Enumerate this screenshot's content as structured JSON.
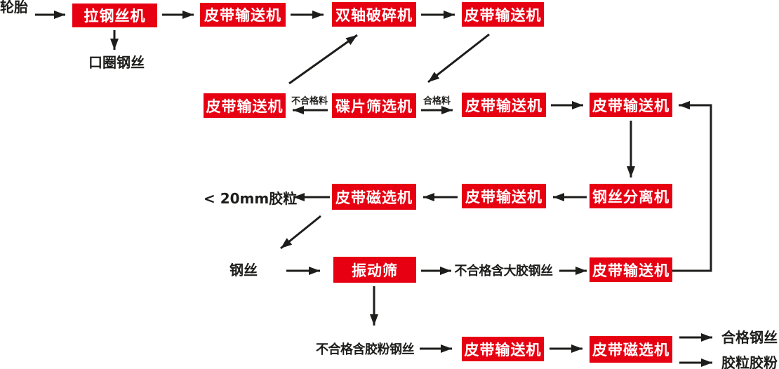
{
  "flowchart": {
    "accent_color": "#e60012",
    "line_color": "#1d1d1b",
    "nodes": {
      "tire": {
        "label": "轮胎",
        "type": "text"
      },
      "wire_drawer": {
        "label": "拉钢丝机",
        "type": "box"
      },
      "ring_wire": {
        "label": "口圈钢丝",
        "type": "text"
      },
      "belt1": {
        "label": "皮带输送机",
        "type": "box"
      },
      "crusher": {
        "label": "双轴破碎机",
        "type": "box"
      },
      "belt2": {
        "label": "皮带输送机",
        "type": "box"
      },
      "belt3": {
        "label": "皮带输送机",
        "type": "box"
      },
      "disc_screener": {
        "label": "碟片筛选机",
        "type": "box"
      },
      "belt4": {
        "label": "皮带输送机",
        "type": "box"
      },
      "belt5": {
        "label": "皮带输送机",
        "type": "box"
      },
      "lt20mm": {
        "label": "< 20mm胶粒",
        "type": "text"
      },
      "magnet1": {
        "label": "皮带磁选机",
        "type": "box"
      },
      "belt6": {
        "label": "皮带输送机",
        "type": "box"
      },
      "wire_separator": {
        "label": "钢丝分离机",
        "type": "box"
      },
      "steel_wire": {
        "label": "钢丝",
        "type": "text"
      },
      "vibrating_screen": {
        "label": "振动筛",
        "type": "box"
      },
      "unqualified_large": {
        "label": "不合格含大胶钢丝",
        "type": "text"
      },
      "belt7": {
        "label": "皮带输送机",
        "type": "box"
      },
      "unqualified_powder": {
        "label": "不合格含胶粉钢丝",
        "type": "text"
      },
      "belt8": {
        "label": "皮带输送机",
        "type": "box"
      },
      "magnet2": {
        "label": "皮带磁选机",
        "type": "box"
      },
      "qualified_wire": {
        "label": "合格钢丝",
        "type": "text"
      },
      "rubber_products": {
        "label": "胶粒胶粉",
        "type": "text"
      }
    },
    "edge_labels": {
      "unqualified": "不合格料",
      "qualified": "合格料"
    },
    "edges": [
      {
        "from": "tire",
        "to": "wire_drawer"
      },
      {
        "from": "wire_drawer",
        "to": "ring_wire"
      },
      {
        "from": "wire_drawer",
        "to": "belt1"
      },
      {
        "from": "belt1",
        "to": "crusher"
      },
      {
        "from": "crusher",
        "to": "belt2"
      },
      {
        "from": "belt3",
        "to": "crusher"
      },
      {
        "from": "belt2",
        "to": "disc_screener"
      },
      {
        "from": "disc_screener",
        "to": "belt3",
        "label": "不合格料"
      },
      {
        "from": "disc_screener",
        "to": "belt4",
        "label": "合格料"
      },
      {
        "from": "belt4",
        "to": "belt5"
      },
      {
        "from": "belt5",
        "to": "wire_separator"
      },
      {
        "from": "wire_separator",
        "to": "belt6"
      },
      {
        "from": "belt6",
        "to": "magnet1"
      },
      {
        "from": "magnet1",
        "to": "lt20mm"
      },
      {
        "from": "magnet1",
        "to": "steel_wire"
      },
      {
        "from": "steel_wire",
        "to": "vibrating_screen"
      },
      {
        "from": "vibrating_screen",
        "to": "unqualified_large"
      },
      {
        "from": "unqualified_large",
        "to": "belt7"
      },
      {
        "from": "belt7",
        "to": "belt5"
      },
      {
        "from": "vibrating_screen",
        "to": "unqualified_powder"
      },
      {
        "from": "unqualified_powder",
        "to": "belt8"
      },
      {
        "from": "belt8",
        "to": "magnet2"
      },
      {
        "from": "magnet2",
        "to": "qualified_wire"
      },
      {
        "from": "magnet2",
        "to": "rubber_products"
      }
    ]
  }
}
